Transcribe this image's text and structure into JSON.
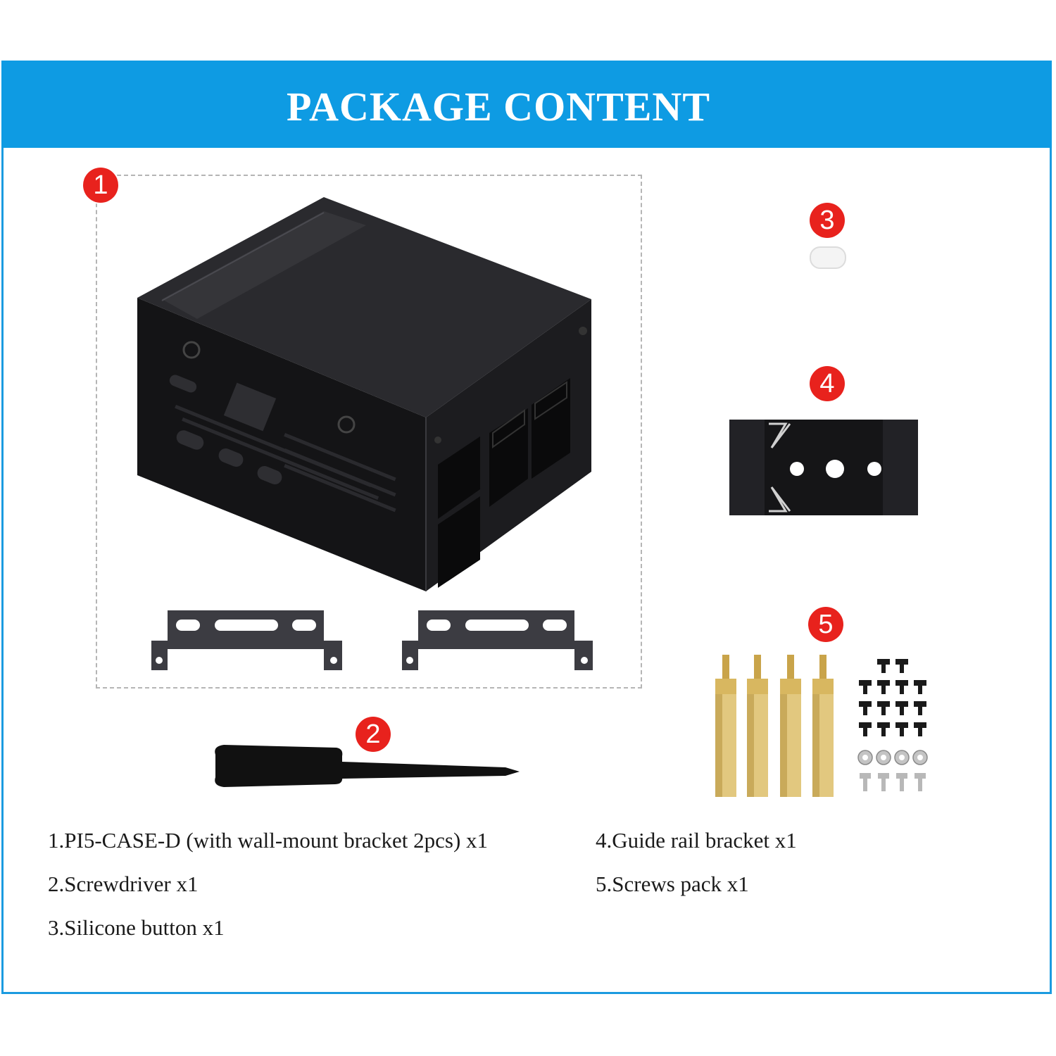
{
  "header": {
    "title": "PACKAGE CONTENT"
  },
  "badges": [
    "1",
    "2",
    "3",
    "4",
    "5"
  ],
  "contents": [
    "1.PI5-CASE-D (with wall-mount bracket 2pcs) x1",
    "2.Screwdriver x1",
    "3.Silicone button x1",
    "4.Guide rail bracket x1",
    "5.Screws pack x1"
  ],
  "colors": {
    "banner": "#0e9be3",
    "badge": "#e8221d",
    "frame": "#1b9be0"
  },
  "icons": [
    "metal-case-icon",
    "wall-bracket-icon",
    "screwdriver-icon",
    "silicone-button-icon",
    "guide-rail-bracket-icon",
    "screws-pack-icon"
  ]
}
